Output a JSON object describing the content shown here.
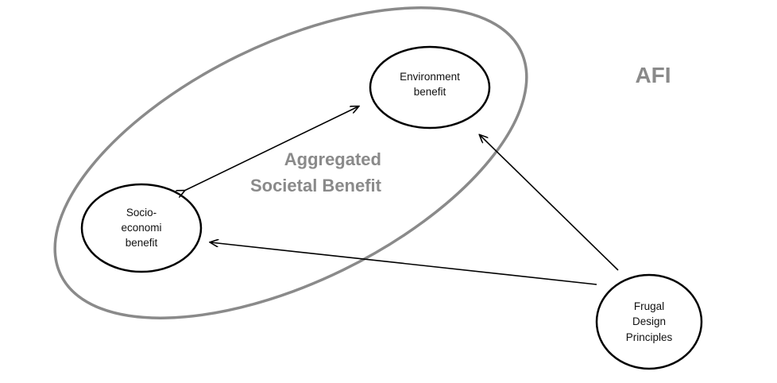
{
  "diagram": {
    "corner_label": "AFI",
    "group": {
      "label_line1": "Aggregated",
      "label_line2": "Societal Benefit"
    },
    "nodes": {
      "environment": {
        "line1": "Environment",
        "line2": "benefit"
      },
      "socio": {
        "line1": "Socio-",
        "line2": "economi",
        "line3": "benefit"
      },
      "frugal": {
        "line1": "Frugal",
        "line2": "Design",
        "line3": "Principles"
      }
    },
    "colors": {
      "group_outline": "#8a8a8a",
      "group_text": "#8a8a8a",
      "node_outline": "#000000",
      "arrow": "#000000",
      "corner_text": "#8a8a8a"
    }
  }
}
